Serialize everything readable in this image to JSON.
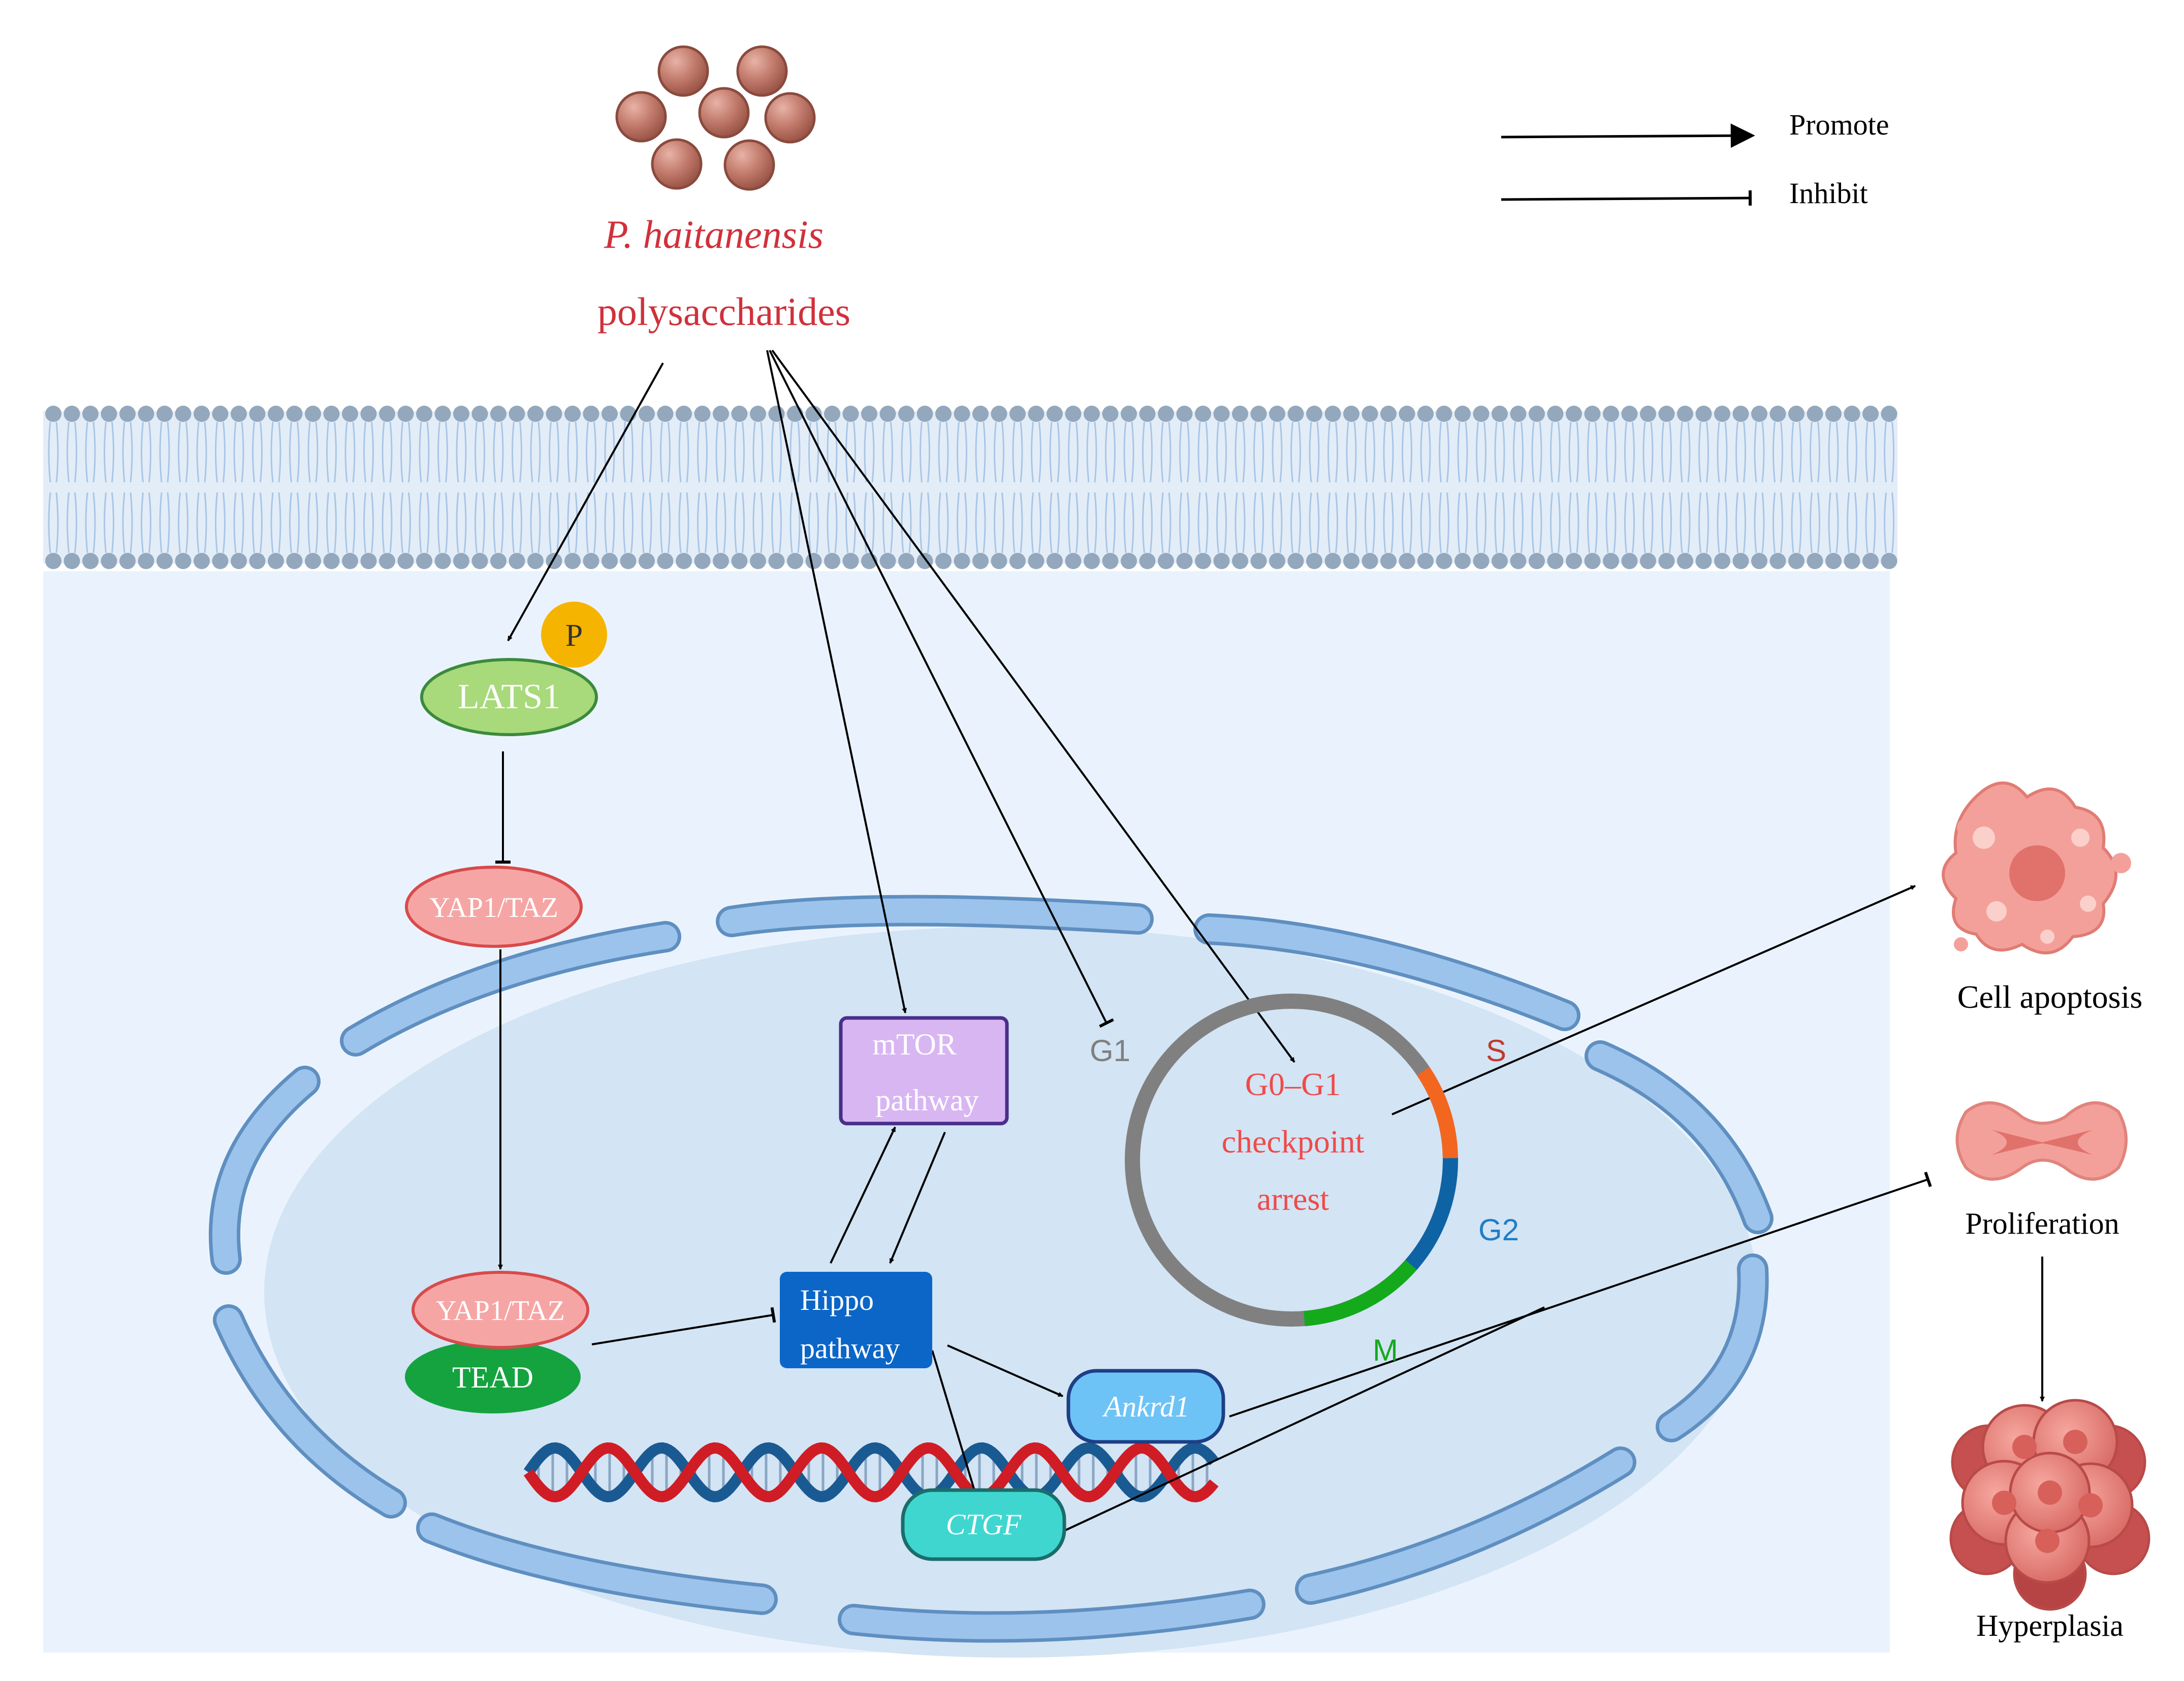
{
  "source": {
    "species": "P. haitanensis",
    "compound": "polysaccharides"
  },
  "legend": {
    "promote": "Promote",
    "inhibit": "Inhibit"
  },
  "nodes": {
    "phospho": "P",
    "lats1": "LATS1",
    "yap_cyto": "YAP1/TAZ",
    "yap_nuc": "YAP1/TAZ",
    "tead": "TEAD",
    "mtor_line1": "mTOR",
    "mtor_line2": "pathway",
    "hippo_line1": "Hippo",
    "hippo_line2": "pathway",
    "ankrd1": "Ankrd1",
    "ctgf": "CTGF"
  },
  "cell_cycle": {
    "phase_g1": "G1",
    "phase_s": "S",
    "phase_g2": "G2",
    "phase_m": "M",
    "center_line1": "G0–G1",
    "center_line2": "checkpoint",
    "center_line3": "arrest"
  },
  "outcomes": {
    "apoptosis": "Cell apoptosis",
    "proliferation": "Proliferation",
    "hyperplasia": "Hyperplasia"
  },
  "colors": {
    "accent_red": "#d0313b",
    "checkpoint_red": "#f04a4a",
    "cytoplasm": "#eaf3fd",
    "nucleus": "#d3e4f4",
    "envelope": "#9cc3ec",
    "membrane_head": "#93a8bd",
    "lats1": "#a8d97a",
    "yap": "#f6a5a5",
    "tead": "#14a33f",
    "mtor": "#d8b6f2",
    "hippo": "#0b66c7",
    "ankrd1": "#6ec3f6",
    "ctgf": "#3fd6d0",
    "phase_g1": "#808080",
    "phase_s": "#f2661f",
    "phase_g2": "#0e63a4",
    "phase_m": "#14aa1c",
    "phospho": "#f5b400"
  }
}
